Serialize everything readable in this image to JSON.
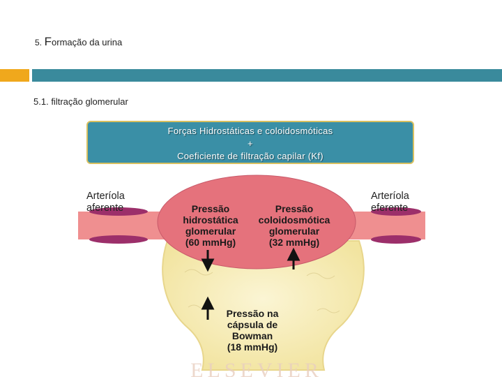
{
  "header": {
    "section_number": "5.",
    "title_initial": "F",
    "title_rest": "ormação da urina",
    "subsection": "5.1.",
    "subsection_title": "filtração glomerular"
  },
  "formula": {
    "line1": "Forças Hidrostáticas e coloidosmóticas",
    "line2": "+",
    "line3": "Coeficiente de filtração capilar (Kf)"
  },
  "diagram": {
    "afferent_label_1": "Arteríola",
    "afferent_label_2": "aferente",
    "efferent_label_1": "Arteríola",
    "efferent_label_2": "eferente",
    "hydrostatic": [
      "Pressão",
      "hidrostática",
      "glomerular",
      "(60 mmHg)"
    ],
    "colloid": [
      "Pressão",
      "coloidosmótica",
      "glomerular",
      "(32 mmHg)"
    ],
    "bowman": [
      "Pressão na",
      "cápsula de",
      "Bowman",
      "(18 mmHg)"
    ],
    "watermark": "ELSEVIER"
  },
  "colors": {
    "accent": "#f0a81c",
    "teal": "#3a8a9c",
    "glomerulus": "#e5727c",
    "capsule": "#f6ecb8",
    "vessel_wall": "#9c2f6a"
  }
}
